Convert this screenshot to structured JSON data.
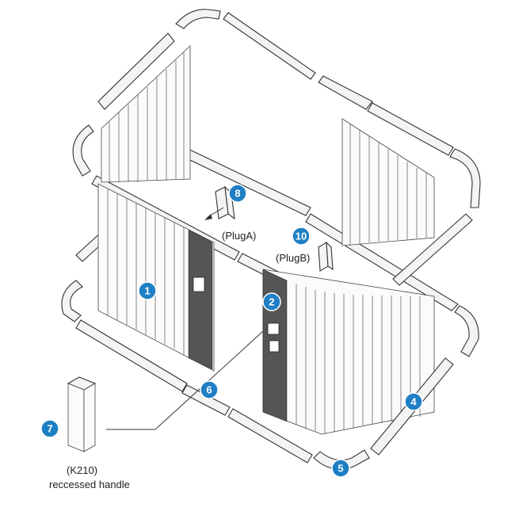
{
  "labels": {
    "plug_a": "(PlugA)",
    "plug_b": "(PlugB)",
    "handle_code": "(K210)",
    "handle_name": "reccessed handle"
  },
  "callouts": [
    {
      "id": "1",
      "name": "callout-1"
    },
    {
      "id": "2",
      "name": "callout-2"
    },
    {
      "id": "4",
      "name": "callout-4"
    },
    {
      "id": "5",
      "name": "callout-5"
    },
    {
      "id": "6",
      "name": "callout-6"
    },
    {
      "id": "7",
      "name": "callout-7"
    },
    {
      "id": "8",
      "name": "callout-8"
    },
    {
      "id": "10",
      "name": "callout-10"
    }
  ],
  "colors": {
    "callout_fill": "#1f7fc4",
    "line": "#333333",
    "background": "#ffffff"
  }
}
